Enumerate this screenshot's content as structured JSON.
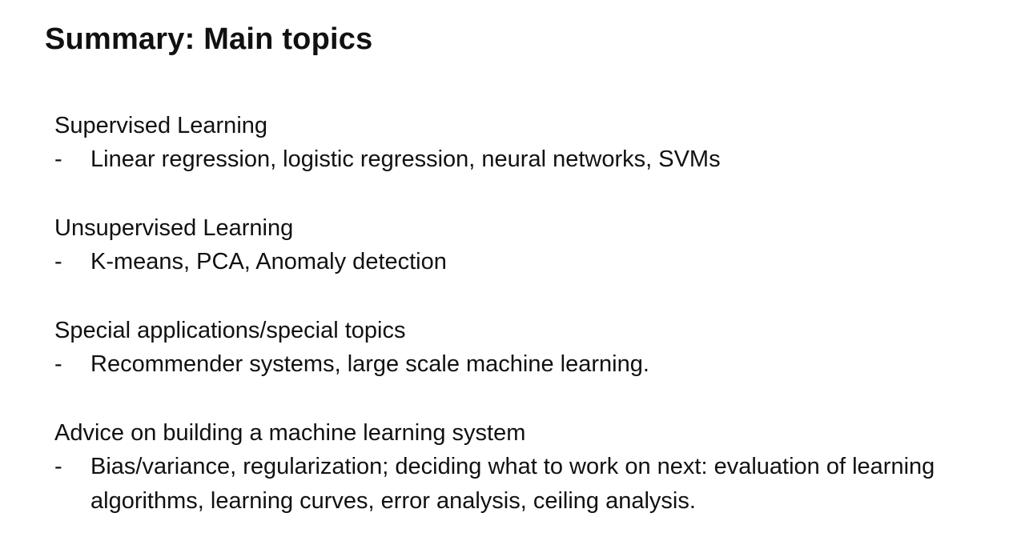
{
  "slide": {
    "title": "Summary: Main topics",
    "topics": [
      {
        "heading": "Supervised Learning",
        "bullet": "-",
        "detail": "Linear regression, logistic regression, neural networks, SVMs"
      },
      {
        "heading": "Unsupervised Learning",
        "bullet": "-",
        "detail": "K-means, PCA, Anomaly detection"
      },
      {
        "heading": "Special applications/special topics",
        "bullet": "-",
        "detail": "Recommender systems, large scale machine learning."
      },
      {
        "heading": "Advice on building a machine learning system",
        "bullet": "-",
        "detail": "Bias/variance, regularization; deciding what to work on next: evaluation of learning algorithms, learning curves, error analysis, ceiling analysis."
      }
    ]
  }
}
